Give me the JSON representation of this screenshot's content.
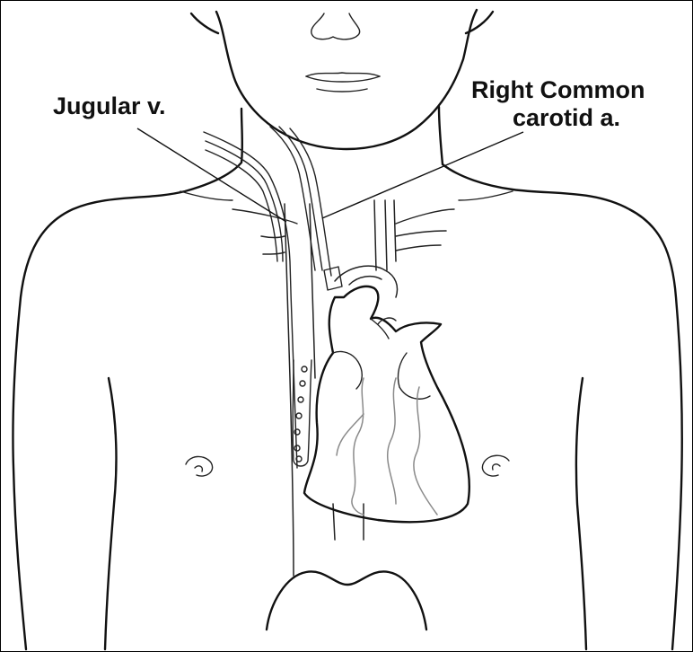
{
  "labels": {
    "jugular": "Jugular v.",
    "carotid_line1": "Right Common",
    "carotid_line2": "carotid a."
  },
  "colors": {
    "ink": "#111111",
    "coronary": "#8a8a8a",
    "background": "#ffffff"
  }
}
